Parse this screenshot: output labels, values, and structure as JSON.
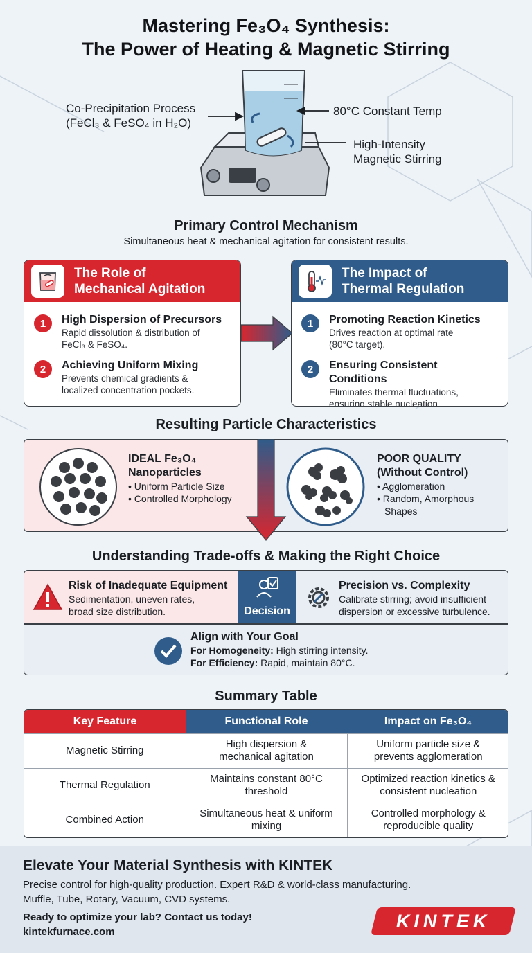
{
  "header": {
    "title_line1": "Mastering Fe₃O₄ Synthesis:",
    "title_line2": "The Power of Heating & Magnetic Stirring"
  },
  "apparatus": {
    "label_process_line1": "Co-Precipitation Process",
    "label_process_line2": "(FeCl₃ & FeSO₄ in H₂O)",
    "label_temp": "80°C Constant Temp",
    "label_stirring_line1": "High-Intensity",
    "label_stirring_line2": "Magnetic Stirring"
  },
  "primary": {
    "title": "Primary Control Mechanism",
    "subtitle": "Simultaneous heat & mechanical agitation for consistent results."
  },
  "agitation": {
    "title_line1": "The Role of",
    "title_line2": "Mechanical Agitation",
    "steps": [
      {
        "num": "1",
        "title": "High Dispersion of Precursors",
        "desc_line1": "Rapid dissolution & distribution of",
        "desc_line2": "FeCl₃ & FeSO₄."
      },
      {
        "num": "2",
        "title": "Achieving Uniform Mixing",
        "desc_line1": "Prevents chemical gradients &",
        "desc_line2": "localized concentration pockets."
      }
    ]
  },
  "thermal": {
    "title_line1": "The Impact of",
    "title_line2": "Thermal Regulation",
    "steps": [
      {
        "num": "1",
        "title": "Promoting Reaction Kinetics",
        "desc_line1": "Drives reaction at optimal rate",
        "desc_line2": "(80°C target)."
      },
      {
        "num": "2",
        "title": "Ensuring Consistent Conditions",
        "desc_line1": "Eliminates thermal fluctuations,",
        "desc_line2": "ensuring stable nucleation."
      }
    ]
  },
  "results": {
    "title": "Resulting Particle Characteristics",
    "ideal": {
      "title_line1": "IDEAL Fe₃O₄",
      "title_line2": "Nanoparticles",
      "items": [
        "• Uniform Particle Size",
        "• Controlled Morphology"
      ]
    },
    "poor": {
      "title_line1": "POOR QUALITY",
      "title_line2": "(Without Control)",
      "items": [
        "• Agglomeration",
        "• Random, Amorphous",
        "Shapes"
      ]
    }
  },
  "tradeoffs": {
    "title": "Understanding Trade-offs & Making the Right Choice",
    "risk": {
      "title": "Risk of Inadequate Equipment",
      "desc_line1": "Sedimentation, uneven rates,",
      "desc_line2": "broad size distribution."
    },
    "decision_label": "Decision",
    "precision": {
      "title": "Precision vs. Complexity",
      "desc_line1": "Calibrate stirring; avoid insufficient",
      "desc_line2": "dispersion or excessive turbulence."
    },
    "goal": {
      "title": "Align with Your Goal",
      "line1_bold": "For Homogeneity:",
      "line1_rest": " High stirring intensity.",
      "line2_bold": "For Efficiency:",
      "line2_rest": " Rapid, maintain 80°C."
    }
  },
  "summary": {
    "title": "Summary Table",
    "headers": [
      "Key Feature",
      "Functional Role",
      "Impact on Fe₃O₄"
    ],
    "rows": [
      {
        "feature": "Magnetic Stirring",
        "role_line1": "High dispersion &",
        "role_line2": "mechanical agitation",
        "impact_line1": "Uniform particle size &",
        "impact_line2": "prevents agglomeration"
      },
      {
        "feature": "Thermal Regulation",
        "role_line1": "Maintains constant 80°C",
        "role_line2": "threshold",
        "impact_line1": "Optimized reaction kinetics &",
        "impact_line2": "consistent nucleation"
      },
      {
        "feature": "Combined Action",
        "role_line1": "Simultaneous heat & uniform",
        "role_line2": "mixing",
        "impact_line1": "Controlled morphology &",
        "impact_line2": "reproducible quality"
      }
    ]
  },
  "footer": {
    "title": "Elevate Your Material Synthesis with KINTEK",
    "line1": "Precise control for high-quality production. Expert R&D & world-class manufacturing.",
    "line2": "Muffle, Tube, Rotary, Vacuum, CVD systems.",
    "cta": "Ready to optimize your lab? Contact us today!",
    "url": "kintekfurnace.com",
    "logo": "KINTEK"
  },
  "colors": {
    "accent_red": "#d8262f",
    "accent_blue": "#2f5c8a",
    "background": "#eef3f8"
  }
}
